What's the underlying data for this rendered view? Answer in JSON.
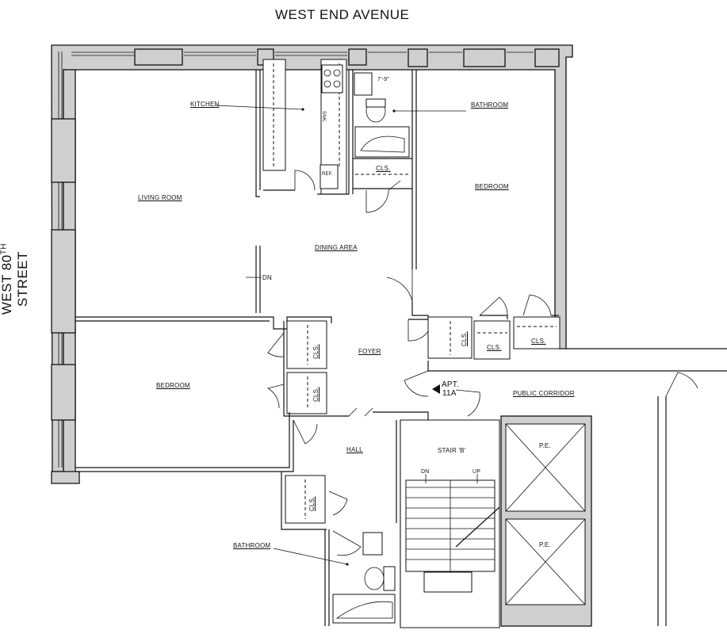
{
  "streets": {
    "top": "WEST END AVENUE",
    "left_main": "WEST 80",
    "left_sup": "TH",
    "left_end": " STREET"
  },
  "rooms": {
    "kitchen": "KITCHEN",
    "living_room": "LIVING ROOM",
    "dining_area": "DINING AREA",
    "bathroom_top": "BATHROOM",
    "bedroom_right": "BEDROOM",
    "bedroom_left": "BEDROOM",
    "foyer": "FOYER",
    "hall": "HALL",
    "bathroom_bottom": "BATHROOM",
    "public_corridor": "PUBLIC CORRIDOR",
    "stair": "STAIR 'B'",
    "pe_1": "P.E.",
    "pe_2": "P.E."
  },
  "fixtures": {
    "sink": "SNK.",
    "ref": "REF.",
    "dimension": "7'-9\"",
    "dn_dining": "DN",
    "stair_dn": "DN",
    "stair_up": "UP"
  },
  "closets": {
    "cls_kitchen": "CLS.",
    "cls_bed_1": "CLS.",
    "cls_bed_2": "CLS.",
    "cls_foyer": "CLS.",
    "cls_left_1": "CLS.",
    "cls_left_2": "CLS.",
    "cls_hall": "CLS."
  },
  "apartment": {
    "line1": "APT.",
    "line2": "11A"
  }
}
